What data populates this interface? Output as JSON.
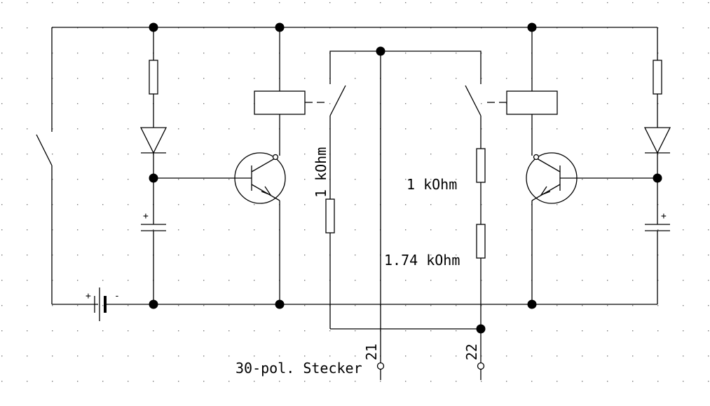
{
  "labels": {
    "r_left": "1 kOhm",
    "r_right_1": "1 kOhm",
    "r_right_2": "1.74 kOhm",
    "pin_21": "21",
    "pin_22": "22",
    "connector": "30-pol. Stecker",
    "battery_plus": "+",
    "battery_minus": "-",
    "cap_left_plus": "+",
    "cap_right_plus": "+"
  },
  "colors": {
    "ink": "#000000",
    "background": "#ffffff",
    "grid_dot": "#7a7a7a"
  }
}
